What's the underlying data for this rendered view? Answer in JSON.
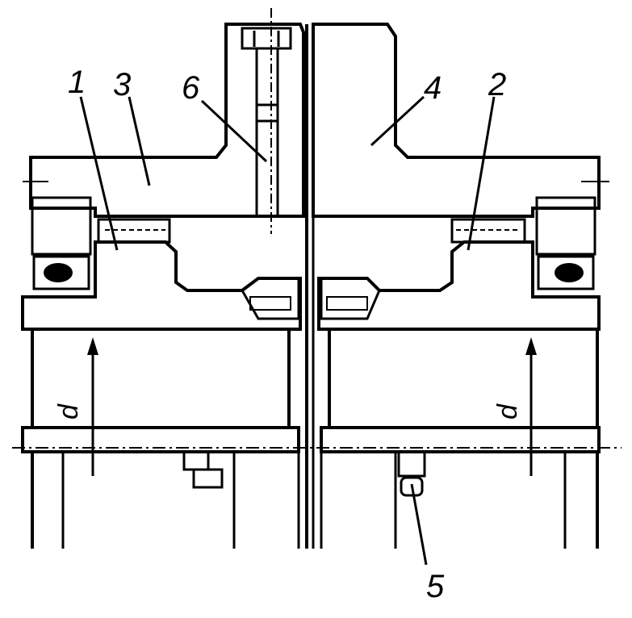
{
  "labels": {
    "part_1": "1",
    "part_2": "2",
    "part_3": "3",
    "part_4": "4",
    "part_5": "5",
    "part_6": "6",
    "bore_left": "d",
    "bore_right": "d"
  },
  "colors": {
    "ink": "#000000",
    "paper": "#ffffff"
  }
}
